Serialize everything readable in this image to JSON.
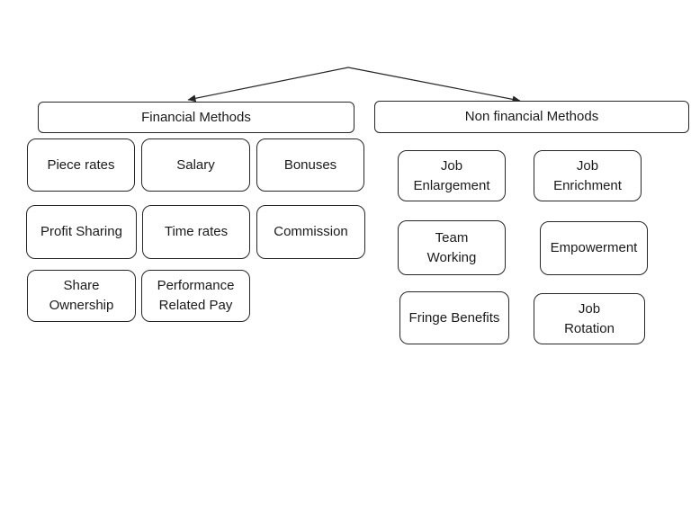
{
  "colors": {
    "background": "#ffffff",
    "line": "#262626",
    "box_border": "#262626",
    "text": "#1a1a1a"
  },
  "diagram": {
    "financial": {
      "title": "Financial Methods",
      "items": [
        "Piece rates",
        "Salary",
        "Bonuses",
        "Profit Sharing",
        "Time rates",
        "Commission",
        "Share\nOwnership",
        "Performance\nRelated Pay"
      ]
    },
    "nonfinancial": {
      "title": "Non financial Methods",
      "items": [
        "Job\nEnlargement",
        "Job\nEnrichment",
        "Team\nWorking",
        "Empowerment",
        "Fringe Benefits",
        "Job\nRotation"
      ]
    }
  }
}
